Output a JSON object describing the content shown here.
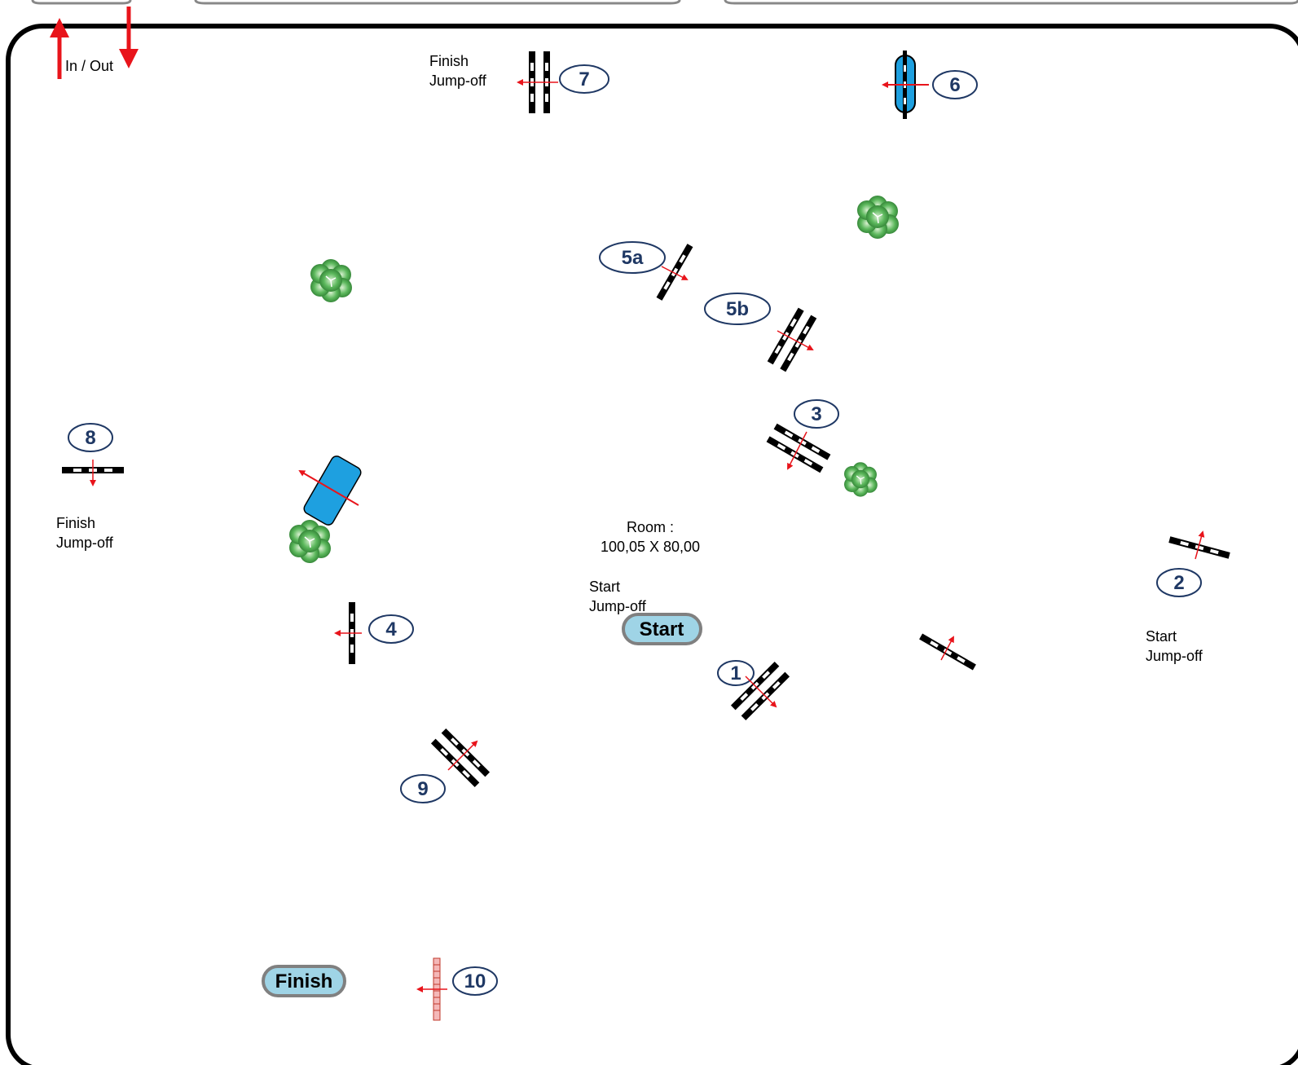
{
  "arena": {
    "entrance_label": "In / Out",
    "room_label_1": "Room :",
    "room_label_2": "100,05 X 80,00",
    "start_label": "Start",
    "finish_label": "Finish"
  },
  "notes": {
    "finish_jumpoff_top": [
      "Finish",
      "Jump-off"
    ],
    "finish_jumpoff_left": [
      "Finish",
      "Jump-off"
    ],
    "start_jumpoff_center": [
      "Start",
      "Jump-off"
    ],
    "start_jumpoff_right": [
      "Start",
      "Jump-off"
    ]
  },
  "obstacles": {
    "n1": "1",
    "n2": "2",
    "n3": "3",
    "n4": "4",
    "n5a": "5a",
    "n5b": "5b",
    "n6": "6",
    "n7": "7",
    "n8": "8",
    "n9": "9",
    "n10": "10"
  },
  "colors": {
    "arrow": "#e8141b",
    "badge_text": "#1f3864",
    "pill_fill": "#9fd4e6",
    "water_fill": "#1ea0e0",
    "tree_fill": "#4aa84a"
  },
  "icons": [
    "direction-arrow-icon",
    "tree-icon",
    "water-jump-icon",
    "fence-icon"
  ]
}
